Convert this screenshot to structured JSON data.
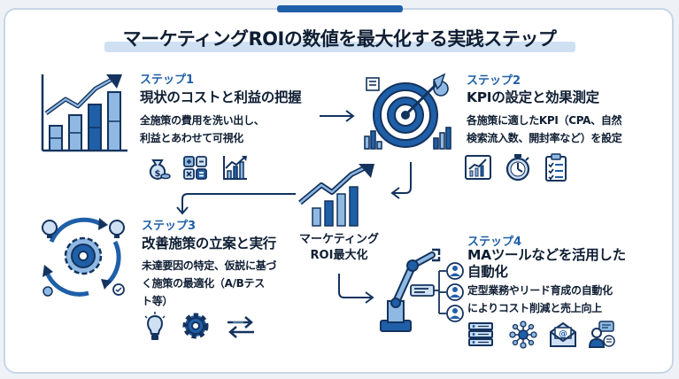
{
  "title": "マーケティングROIの数値を最大化する実践ステップ",
  "center_label": [
    "マーケティング",
    "ROI最大化"
  ],
  "steps": [
    {
      "label": "ステップ1",
      "heading": "現状のコストと利益の把握",
      "description": "全施策の費用を洗い出し、\n利益とあわせて可視化",
      "icons": [
        "money-bag-icon",
        "calculator-icon",
        "bar-chart-icon"
      ]
    },
    {
      "label": "ステップ2",
      "heading": "KPIの設定と効果測定",
      "description": "各施策に適したKPI（CPA、自然\n検索流入数、開封率など）を設定",
      "icons": [
        "line-chart-icon",
        "stopwatch-icon",
        "checklist-icon"
      ]
    },
    {
      "label": "ステップ3",
      "heading": "改善施策の立案と実行",
      "description": "未達要因の特定、仮説に基づ\nく施策の最適化（A/Bテス\nト等）",
      "icons": [
        "lightbulb-icon",
        "gear-icon",
        "swap-arrows-icon"
      ]
    },
    {
      "label": "ステップ4",
      "heading": "MAツールなどを活用した\n自動化",
      "description": "定型業務やリード育成の自動化\nによりコスト削減と売上向上",
      "icons": [
        "server-icon",
        "network-icon",
        "email-icon",
        "user-chat-icon"
      ]
    }
  ],
  "colors": {
    "navy": "#14335e",
    "blue": "#1f5fa8",
    "light_blue": "#8fb9e3",
    "pale_blue": "#cfe0f3"
  }
}
